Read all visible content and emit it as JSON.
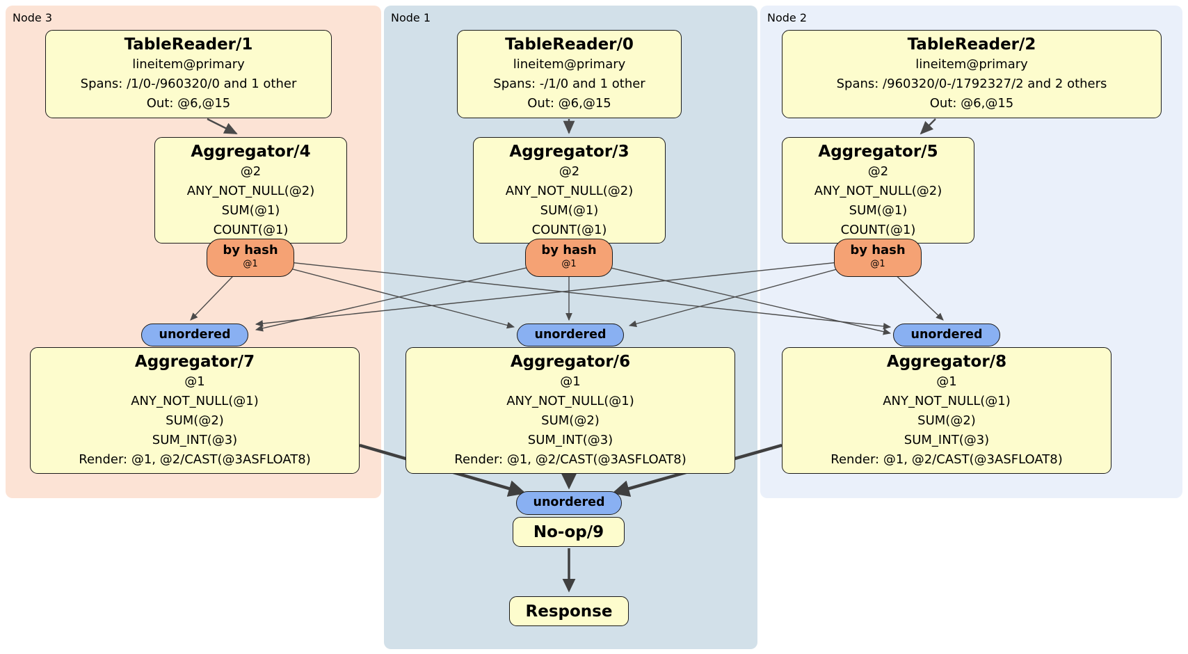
{
  "regions": [
    {
      "label": "Node 3"
    },
    {
      "label": "Node 1"
    },
    {
      "label": "Node 2"
    }
  ],
  "pills": {
    "hash_label": "by hash",
    "hash_sub": "@1",
    "stream_label": "unordered"
  },
  "boxes": {
    "tr1": {
      "title": "TableReader/1",
      "lines": [
        "lineitem@primary",
        "Spans: /1/0-/960320/0 and 1 other",
        "Out: @6,@15"
      ]
    },
    "tr0": {
      "title": "TableReader/0",
      "lines": [
        "lineitem@primary",
        "Spans: -/1/0 and 1 other",
        "Out: @6,@15"
      ]
    },
    "tr2": {
      "title": "TableReader/2",
      "lines": [
        "lineitem@primary",
        "Spans: /960320/0-/1792327/2 and 2 others",
        "Out: @6,@15"
      ]
    },
    "agg4": {
      "title": "Aggregator/4",
      "lines": [
        "@2",
        "ANY_NOT_NULL(@2)",
        "SUM(@1)",
        "COUNT(@1)"
      ]
    },
    "agg3": {
      "title": "Aggregator/3",
      "lines": [
        "@2",
        "ANY_NOT_NULL(@2)",
        "SUM(@1)",
        "COUNT(@1)"
      ]
    },
    "agg5": {
      "title": "Aggregator/5",
      "lines": [
        "@2",
        "ANY_NOT_NULL(@2)",
        "SUM(@1)",
        "COUNT(@1)"
      ]
    },
    "agg7": {
      "title": "Aggregator/7",
      "lines": [
        "@1",
        "ANY_NOT_NULL(@1)",
        "SUM(@2)",
        "SUM_INT(@3)",
        "Render: @1, @2/CAST(@3ASFLOAT8)"
      ]
    },
    "agg6": {
      "title": "Aggregator/6",
      "lines": [
        "@1",
        "ANY_NOT_NULL(@1)",
        "SUM(@2)",
        "SUM_INT(@3)",
        "Render: @1, @2/CAST(@3ASFLOAT8)"
      ]
    },
    "agg8": {
      "title": "Aggregator/8",
      "lines": [
        "@1",
        "ANY_NOT_NULL(@1)",
        "SUM(@2)",
        "SUM_INT(@3)",
        "Render: @1, @2/CAST(@3ASFLOAT8)"
      ]
    },
    "noop": {
      "title": "No-op/9"
    },
    "response": {
      "title": "Response"
    }
  },
  "colors": {
    "node3_bg": "#fce3d5",
    "node1_bg": "#d2e0e9",
    "node2_bg": "#eaf0fa",
    "processor_bg": "#fdfccd",
    "hash_router_bg": "#f5a274",
    "stream_pill_bg": "#89b0f2",
    "edge": "#4a4a4a"
  }
}
